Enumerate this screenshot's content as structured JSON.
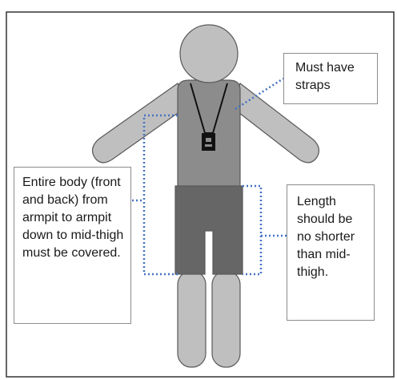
{
  "callouts": {
    "straps": "Must have straps",
    "coverage": "Entire body (front and back) from armpit to armpit down to mid-thigh must be covered.",
    "length": "Length should be no shorter than mid-thigh."
  },
  "colors": {
    "skin": "#bfbfbf",
    "top": "#8c8c8c",
    "shorts": "#666666",
    "outline": "#595959",
    "dotted_line": "#4472c4",
    "frame": "#333333"
  },
  "icons": {
    "badge": "lanyard-id-badge-icon"
  }
}
